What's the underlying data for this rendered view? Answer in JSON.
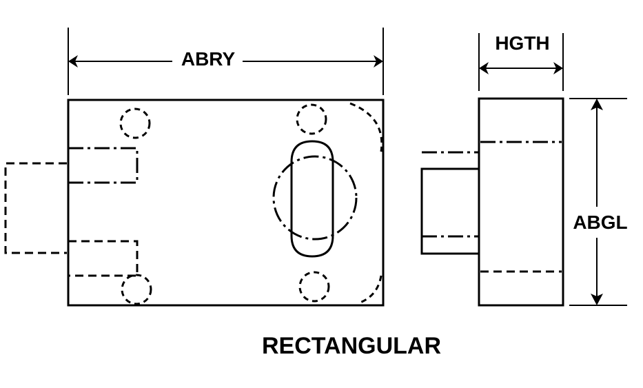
{
  "labels": {
    "width_dimension": "ABRY",
    "height_dimension": "HGTH",
    "length_dimension": "ABGL",
    "shape_caption": "RECTANGULAR"
  },
  "colors": {
    "line": "#000000",
    "background": "#ffffff"
  }
}
